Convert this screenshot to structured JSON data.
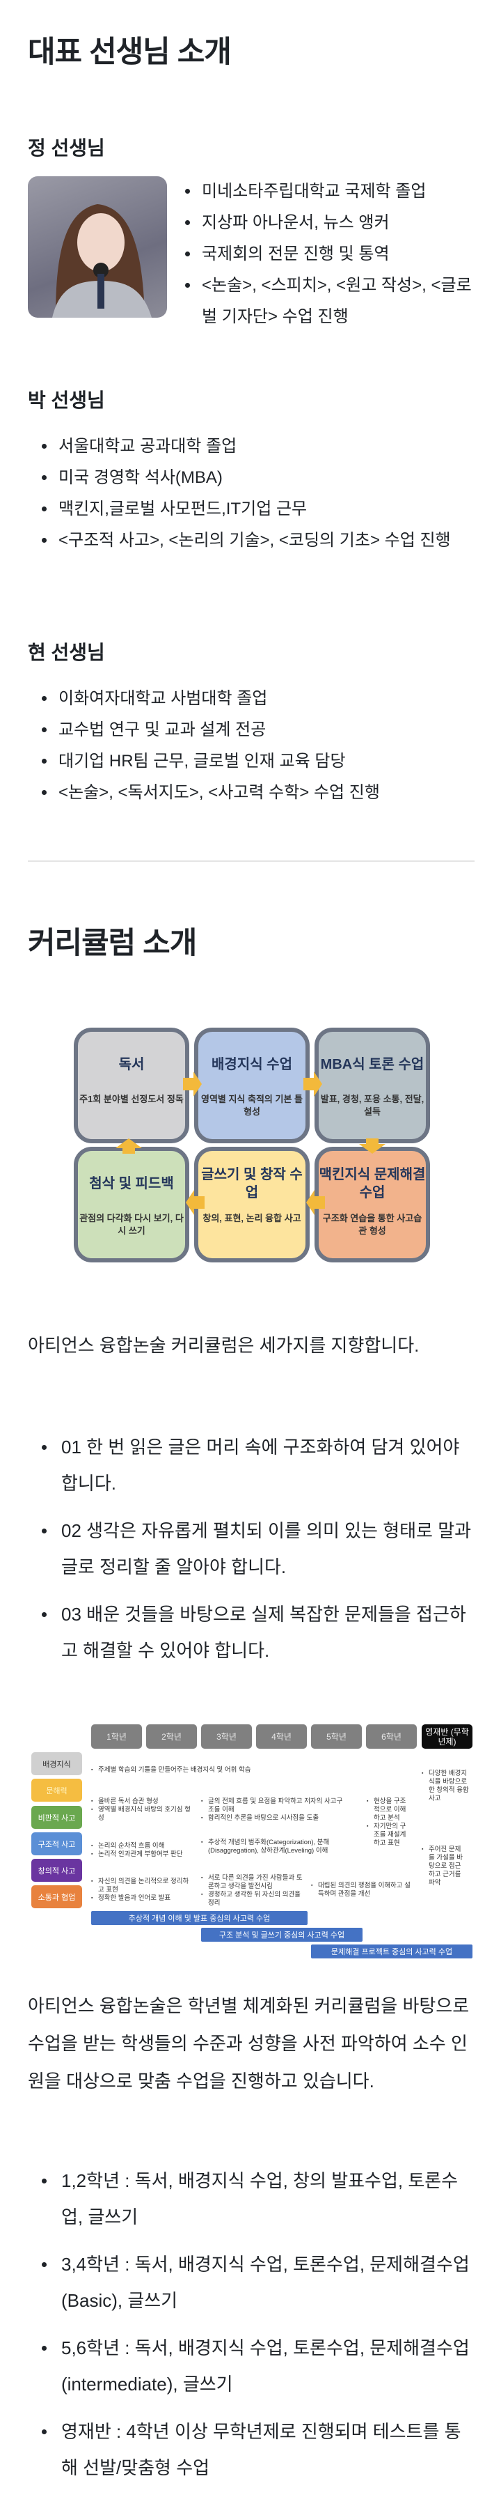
{
  "teachers_section": {
    "title": "대표 선생님 소개",
    "teachers": [
      {
        "name": "정 선생님",
        "items": [
          "미네소타주립대학교 국제학 졸업",
          "지상파 아나운서, 뉴스 앵커",
          "국제회의 전문 진행 및 통역",
          "<논술>, <스피치>, <원고 작성>, <글로벌 기자단> 수업 진행"
        ]
      },
      {
        "name": "박 선생님",
        "items": [
          "서울대학교 공과대학 졸업",
          "미국 경영학 석사(MBA)",
          "맥킨지,글로벌 사모펀드,IT기업 근무",
          "<구조적 사고>, <논리의 기술>, <코딩의 기초> 수업 진행"
        ]
      },
      {
        "name": "현 선생님",
        "items": [
          "이화여자대학교 사범대학 졸업",
          "교수법 연구 및 교과 설계 전공",
          "대기업 HR팀 근무, 글로벌 인재 교육 담당",
          "<논술>, <독서지도>, <사고력 수학> 수업 진행"
        ]
      }
    ]
  },
  "curriculum_section": {
    "title": "커리큘럼 소개",
    "cycle": [
      {
        "title": "독서",
        "desc": "주1회 분야별 선정도서 정독",
        "color": "#d3d3d5"
      },
      {
        "title": "배경지식 수업",
        "desc": "영역별 지식 축적의 기본 틀 형성",
        "color": "#b4c7e7"
      },
      {
        "title": "MBA식 토론 수업",
        "desc": "발표, 경청, 포용 소통, 전달, 설득",
        "color": "#b7c2c8"
      },
      {
        "title": "맥킨지식 문제해결 수업",
        "desc": "구조화 연습을 통한 사고습관 형성",
        "color": "#f2b38c"
      },
      {
        "title": "글쓰기 및 창작 수업",
        "desc": "창의, 표현, 논리 융합 사고",
        "color": "#fde49e"
      },
      {
        "title": "첨삭 및 피드백",
        "desc": "관점의 다각화 다시 보기, 다시 쓰기",
        "color": "#cde0ba"
      }
    ],
    "intro": "아티언스 융합논술 커리큘럼은 세가지를 지향합니다.",
    "goals": [
      "01 한 번 읽은 글은 머리 속에 구조화하여 담겨 있어야 합니다.",
      "02 생각은 자유롭게 펼치되 이를 의미 있는 형태로 말과 글로 정리할 줄 알아야 합니다.",
      "03 배운 것들을 바탕으로 실제 복잡한 문제들을 접근하고 해결할 수 있어야 합니다."
    ],
    "table": {
      "grades": [
        "1학년",
        "2학년",
        "3학년",
        "4학년",
        "5학년",
        "6학년",
        "영재반 (무학년제)"
      ],
      "skills": [
        {
          "label": "배경지식",
          "color": "#d0d0d0",
          "text": "#333333"
        },
        {
          "label": "문해력",
          "color": "#f5bd41",
          "text": "#fff3c0"
        },
        {
          "label": "비판적 사고",
          "color": "#6aa84f",
          "text": "#ffffff"
        },
        {
          "label": "구조적 사고",
          "color": "#5b8fd6",
          "text": "#ffffff"
        },
        {
          "label": "창의적 사고",
          "color": "#6a35a0",
          "text": "#ffffff"
        },
        {
          "label": "소통과 협업",
          "color": "#e8823e",
          "text": "#ffffff"
        }
      ],
      "cells": {
        "bg_all": "주제별 학습의 기틀을 만들어주는 배경지식 및 어휘 학습",
        "c12_a": [
          "올바른 독서 습관 형성",
          "영역별 배경지식 바탕의 호기심 형성"
        ],
        "c34_a": [
          "글의 전체 흐름 및 요점을 파악하고 저자의 사고구조를 이해",
          "합리적인 추론을 바탕으로 시사점을 도출"
        ],
        "c6": [
          "현상을 구조적으로 이해하고 분석",
          "자기만의 구조를 재설계하고 표현"
        ],
        "c7_a": "다양한 배경지식을 바탕으로 한 창의적 융합사고",
        "c7_b": "주어진 문제를 가설을 바탕으로 접근하고 근거를 파악",
        "c12_b": [
          "논리의 순차적 흐름 이해",
          "논리적 인과관계 부합여부 판단"
        ],
        "c34_b": "추상적 개념의 범주화(Categorization), 분해(Disaggregation), 상하관계(Leveling) 이해",
        "c12_c": [
          "자신의 의견을 논리적으로 정리하고 표현",
          "정확한 발음과 언어로 발표"
        ],
        "c34_c": [
          "서로 다른 의견을 가진 사람들과 토론하고 생각을 발전시킴",
          "경청하고 생각한 뒤 자신의 의견을 정리"
        ],
        "c56_c": "대립된 의견의 쟁점을 이해하고 설득하며 관점을 개선"
      },
      "bars": [
        "추상적 개념 이해 및 발표 중심의 사고력 수업",
        "구조 분석 및 글쓰기 중심의 사고력 수업",
        "문제해결 프로젝트 중심의 사고력 수업"
      ]
    },
    "summary": "아티언스 융합논술은 학년별 체계화된 커리큘럼을 바탕으로 수업을 받는 학생들의 수준과 성향을 사전 파악하여 소수 인원을 대상으로 맞춤 수업을 진행하고 있습니다.",
    "programs": [
      "1,2학년 : 독서, 배경지식 수업, 창의 발표수업, 토론수업, 글쓰기",
      "3,4학년 : 독서, 배경지식 수업, 토론수업, 문제해결수업(Basic), 글쓰기",
      "5,6학년 : 독서, 배경지식 수업, 토론수업, 문제해결수업(intermediate), 글쓰기",
      "영재반 : 4학년 이상 무학년제로 진행되며 테스트를 통해 선발/맞춤형 수업"
    ]
  }
}
